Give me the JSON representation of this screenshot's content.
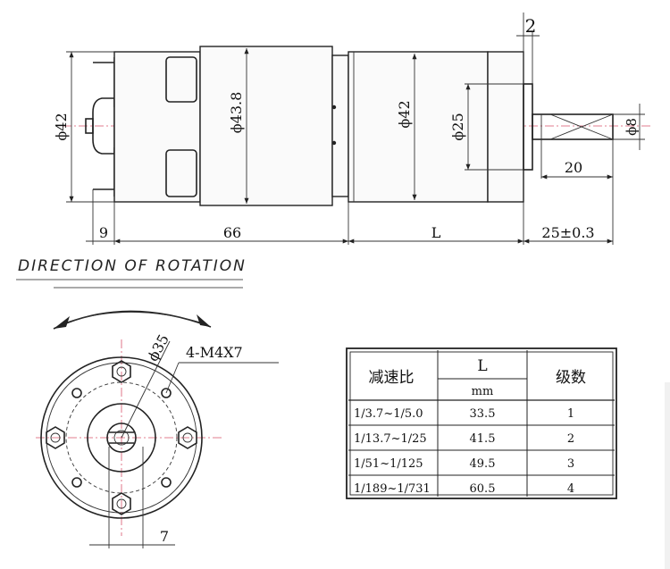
{
  "side_view": {
    "dims": {
      "body_diameter": "ϕ42",
      "motor_diameter": "ϕ43.8",
      "gearbox_diameter": "ϕ42",
      "boss_diameter": "ϕ25",
      "shaft_diameter": "ϕ8",
      "flange_thickness": "2",
      "shaft_flat_length": "20",
      "terminal_offset": "9",
      "motor_length": "66",
      "gearbox_length": "L",
      "shaft_length": "25±0.3"
    }
  },
  "rotation_caption": "DIRECTION OF ROTATION",
  "front_view": {
    "pitch_circle": "ϕ35",
    "screws": "4-M4X7",
    "offset": "7"
  },
  "table": {
    "header": {
      "ratio": "减速比",
      "length": "L",
      "unit": "mm",
      "stages": "级数"
    },
    "rows": [
      {
        "ratio": "1/3.7~1/5.0",
        "length": "33.5",
        "stages": "1"
      },
      {
        "ratio": "1/13.7~1/25",
        "length": "41.5",
        "stages": "2"
      },
      {
        "ratio": "1/51~1/125",
        "length": "49.5",
        "stages": "3"
      },
      {
        "ratio": "1/189~1/731",
        "length": "60.5",
        "stages": "4"
      }
    ]
  }
}
